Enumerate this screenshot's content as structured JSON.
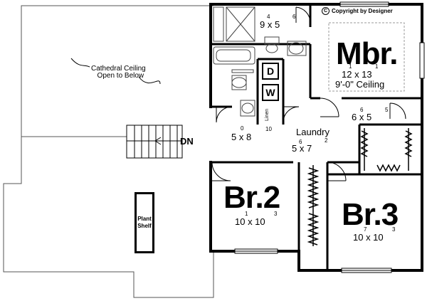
{
  "copyright": "Copyright by Designer",
  "copyright_symbol": "C",
  "rooms": {
    "mbr": {
      "name": "Mbr.",
      "dim_main": "12 x 13",
      "sup1": "1",
      "sup2": "1",
      "ceiling": "9'-0\" Ceiling"
    },
    "br2": {
      "name": "Br.2",
      "dim_main": "10 x 10",
      "sup1": "1",
      "sup2": "3"
    },
    "br3": {
      "name": "Br.3",
      "dim_main": "10 x 10",
      "sup1": "7",
      "sup2": "3"
    },
    "bath": {
      "dim_main": "9 x 5",
      "sup1": "4",
      "sup2": "6"
    },
    "hall": {
      "dim_main": "5 x 8",
      "sup1": "0",
      "sup2": "10"
    },
    "laundry": {
      "name": "Laundry",
      "dim_main": "5 x 7",
      "sup1": "6",
      "sup2": "2"
    },
    "closet": {
      "dim_main": "6 x 5",
      "sup1": "6",
      "sup2": "5"
    }
  },
  "appliances": {
    "dryer": "D",
    "washer": "W",
    "linen": "Linen"
  },
  "labels": {
    "cathedral": [
      "Cathedral Ceiling",
      "Open to Below"
    ],
    "stairs": "DN",
    "plant_shelf": [
      "Plant",
      "Shelf"
    ]
  },
  "colors": {
    "wall": "#000000",
    "thin": "#555555",
    "fixture": "#444444",
    "dash": "#999999"
  }
}
